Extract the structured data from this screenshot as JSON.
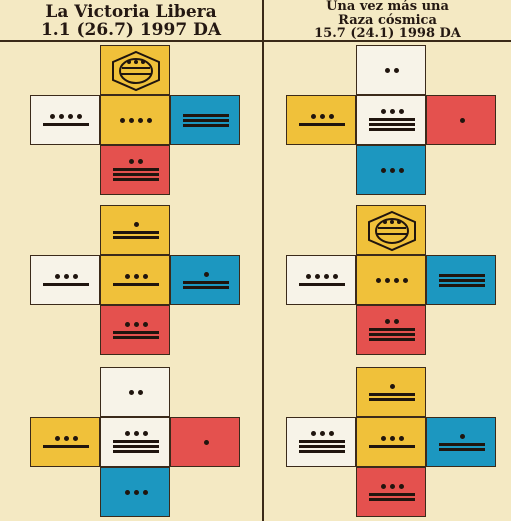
{
  "left_panel": {
    "title_line1": "La Victoria Libera",
    "title_line2": "1.1 (26.7) 1997 DA"
  },
  "right_panel": {
    "title_line1": "Una vez más una",
    "title_line2": "Raza cósmica",
    "title_line3": "15.7 (24.1) 1998 DA"
  },
  "colors": {
    "white": "#f7f3e8",
    "yellow": "#f0c13a",
    "blue": "#1c97c0",
    "red": "#e4514e",
    "ink": "#20150e",
    "background": "#f4e9c3"
  },
  "icon_names": [
    "maya-glyph-icon"
  ]
}
